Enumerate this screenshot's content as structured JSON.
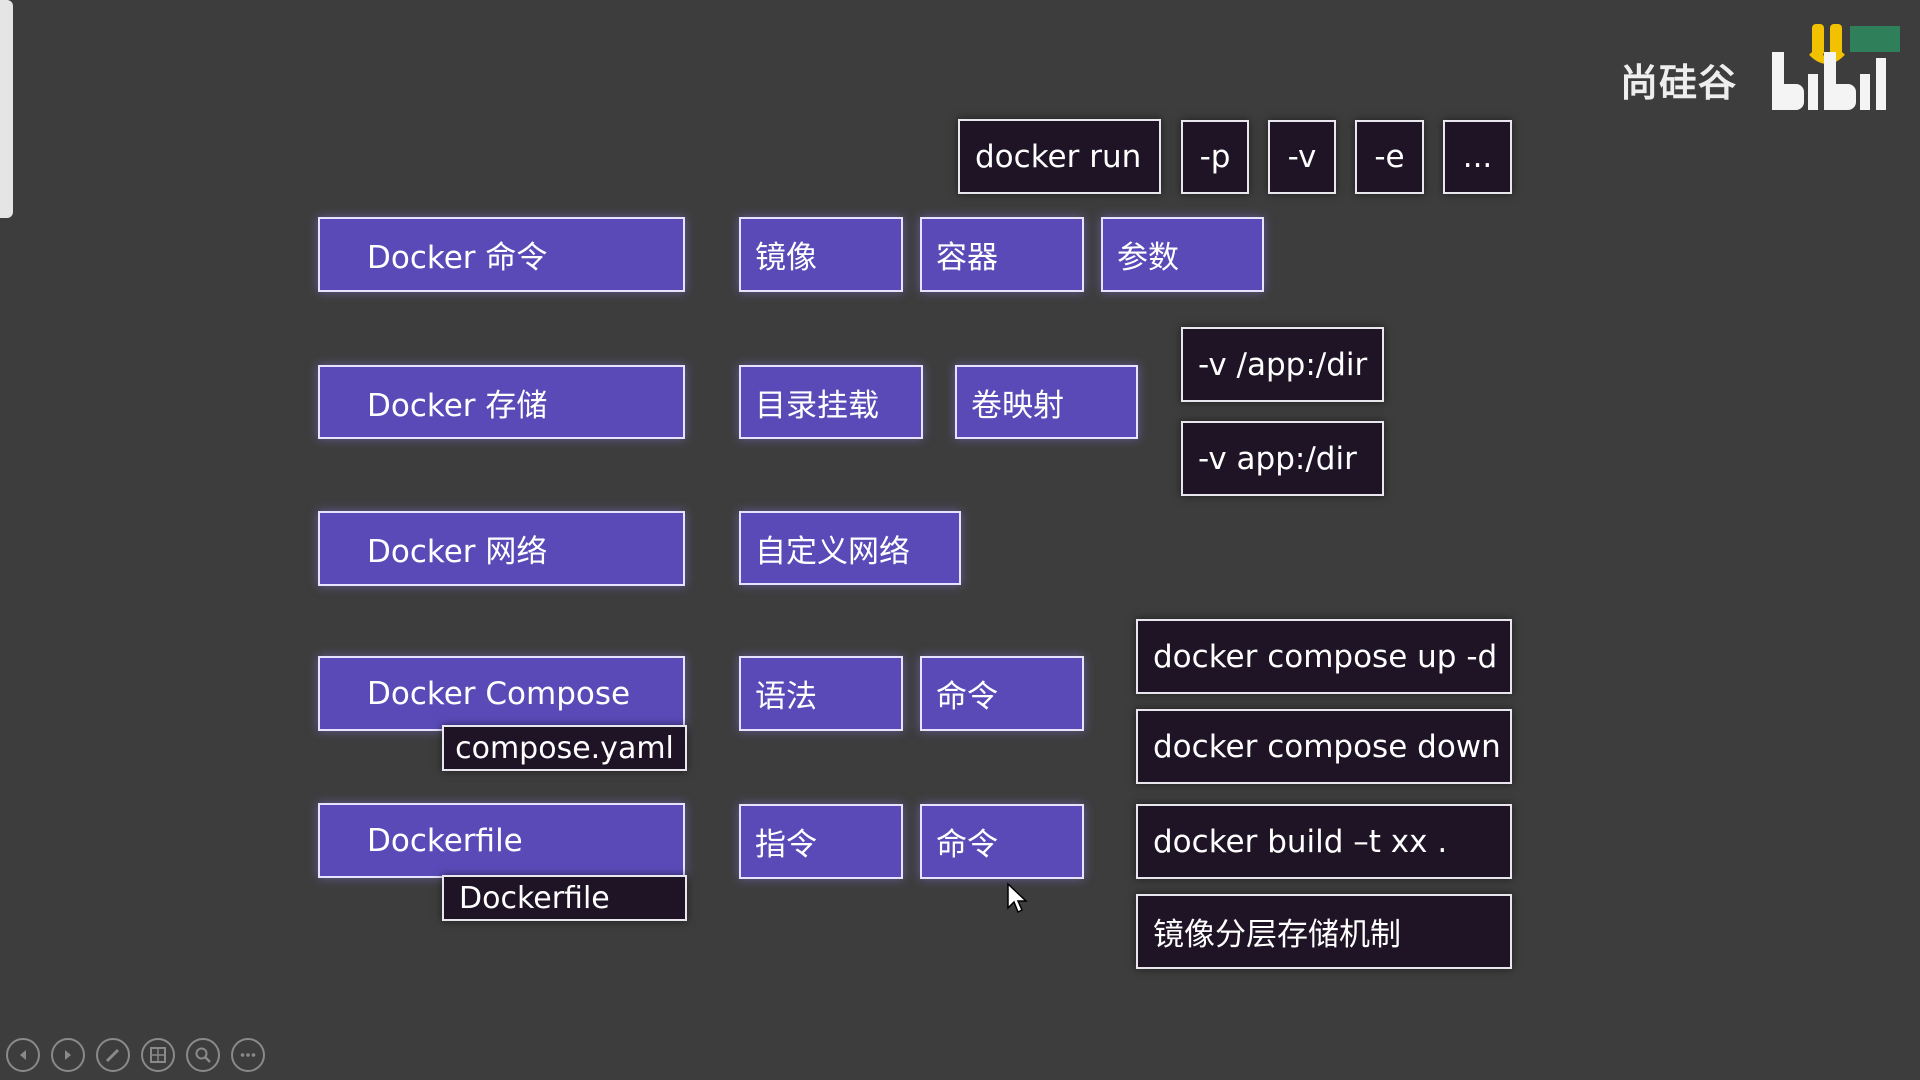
{
  "brand": {
    "text": "尚硅谷"
  },
  "top_row": {
    "docker_run": "docker run",
    "p": "-p",
    "v": "-v",
    "e": "-e",
    "more": "..."
  },
  "rows": {
    "commands": {
      "label": "Docker 命令",
      "items": [
        "镜像",
        "容器",
        "参数"
      ]
    },
    "storage": {
      "label": "Docker 存储",
      "items": [
        "目录挂载",
        "卷映射"
      ],
      "examples": [
        "-v /app:/dir",
        "-v app:/dir"
      ]
    },
    "network": {
      "label": "Docker 网络",
      "items": [
        "自定义网络"
      ]
    },
    "compose": {
      "label": "Docker Compose",
      "file": "compose.yaml",
      "items": [
        "语法",
        "命令"
      ],
      "commands": [
        "docker compose up -d",
        "docker compose down"
      ]
    },
    "dockerfile": {
      "label": "Dockerfile",
      "file": "Dockerfile",
      "items": [
        "指令",
        "命令"
      ],
      "commands": [
        "docker build –t xx .",
        "镜像分层存储机制"
      ]
    }
  },
  "colors": {
    "background": "#3d3d3d",
    "purple": "#5a4ab8",
    "dark": "#1e1426",
    "border": "#e6e2ff"
  },
  "icons": [
    "prev-icon",
    "next-icon",
    "pen-icon",
    "slides-icon",
    "zoom-icon",
    "more-icon"
  ]
}
